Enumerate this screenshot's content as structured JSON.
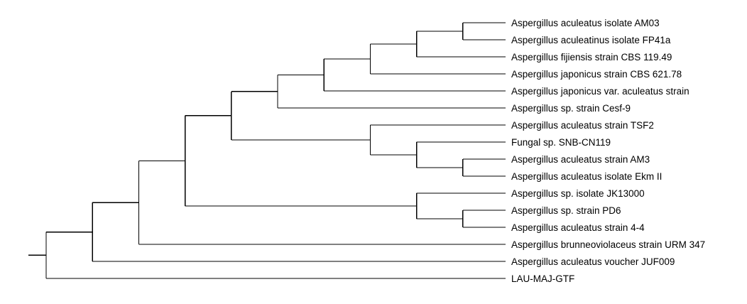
{
  "tree": {
    "depth": 0,
    "children": [
      {
        "depth": 1,
        "children": [
          {
            "depth": 2,
            "children": [
              {
                "depth": 3,
                "children": [
                  {
                    "depth": 4,
                    "children": [
                      {
                        "depth": 5,
                        "children": [
                          {
                            "depth": 6,
                            "children": [
                              {
                                "depth": 7,
                                "children": [
                                  {
                                    "depth": 8,
                                    "children": [
                                      {
                                        "depth": 9,
                                        "children": [
                                          {
                                            "label": "Aspergillus aculeatus isolate AM03"
                                          },
                                          {
                                            "label": "Aspergillus aculeatinus isolate FP41a"
                                          }
                                        ]
                                      },
                                      {
                                        "label": "Aspergillus fijiensis strain CBS 119.49"
                                      }
                                    ]
                                  },
                                  {
                                    "label": "Aspergillus japonicus strain CBS 621.78"
                                  }
                                ]
                              },
                              {
                                "label": "Aspergillus japonicus var. aculeatus strain"
                              }
                            ]
                          },
                          {
                            "label": "Aspergillus sp. strain Cesf-9"
                          }
                        ]
                      },
                      {
                        "depth": 7,
                        "children": [
                          {
                            "label": "Aspergillus aculeatus strain TSF2"
                          },
                          {
                            "depth": 8,
                            "children": [
                              {
                                "label": "Fungal sp. SNB-CN119"
                              },
                              {
                                "depth": 9,
                                "children": [
                                  {
                                    "label": "Aspergillus aculeatus strain AM3"
                                  },
                                  {
                                    "label": "Aspergillus aculeatus isolate Ekm II"
                                  }
                                ]
                              }
                            ]
                          }
                        ]
                      }
                    ]
                  },
                  {
                    "depth": 8,
                    "children": [
                      {
                        "label": "Aspergillus sp. isolate JK13000"
                      },
                      {
                        "depth": 9,
                        "children": [
                          {
                            "label": "Aspergillus sp. strain PD6"
                          },
                          {
                            "label": "Aspergillus aculeatus strain 4-4"
                          }
                        ]
                      }
                    ]
                  }
                ]
              },
              {
                "label": "Aspergillus brunneoviolaceus strain URM 347"
              }
            ]
          },
          {
            "label": "Aspergillus aculeatus voucher JUF009"
          }
        ]
      },
      {
        "label": "LAU-MAJ-GTF"
      }
    ]
  }
}
